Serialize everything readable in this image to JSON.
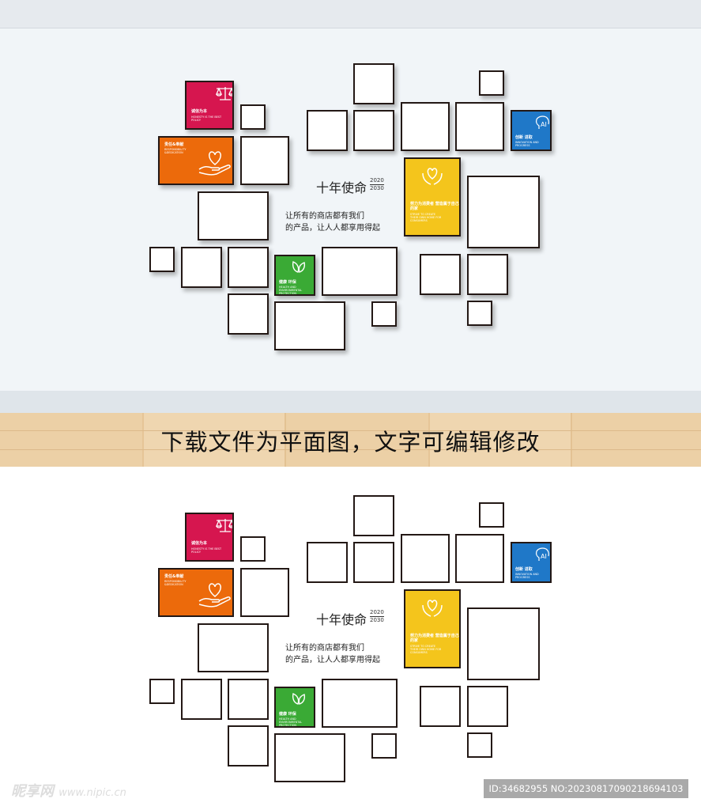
{
  "banner_text": "下载文件为平面图，文字可编辑修改",
  "heading": "十年使命",
  "years": [
    "2020",
    "2030"
  ],
  "slogan": [
    "让所有的商店都有我们",
    "的产品，让人人都享用得起"
  ],
  "panels": {
    "red": {
      "title": "诚信为本",
      "sub": "HONESTY IS THE BEST POLICY",
      "color": "#d6164f",
      "icon": "scales-icon"
    },
    "orange": {
      "title": "责任&奉献",
      "sub": "RESPONSIBILITY &DEDICATION",
      "color": "#ec6a0b",
      "icon": "heart-hand-icon"
    },
    "green": {
      "title": "健康 环保",
      "sub": "HEALTH AND ENVIRONMENTAL PROTECTION",
      "color": "#3aaa35",
      "icon": "leaf-icon"
    },
    "yellow": {
      "title": "努力为消费者 营造属于自己的家",
      "sub": "STRIVE TO CREATE THEIR OWN HOME FOR CONSUMERS",
      "color": "#f4c51c",
      "icon": "heart-hands-icon"
    },
    "blue": {
      "title": "创新 进取",
      "sub": "INNOVATION AND PROGRESS",
      "color": "#1f78c8",
      "icon": "ai-head-icon"
    }
  },
  "watermark": {
    "logo": "昵享网",
    "url": "www.nipic.cn"
  },
  "id_badge": "ID:34682955 NO:20230817090218694103"
}
